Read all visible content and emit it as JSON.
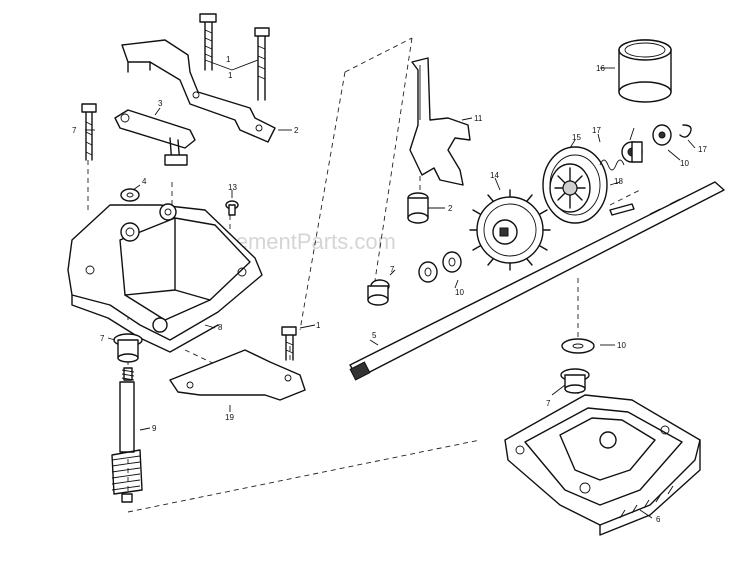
{
  "watermark": "eReplacementParts.com",
  "callouts": [
    {
      "id": "c-1a",
      "text": "1"
    },
    {
      "id": "c-1b",
      "text": "1"
    },
    {
      "id": "c-1c",
      "text": "1"
    },
    {
      "id": "c-2a",
      "text": "2"
    },
    {
      "id": "c-2b",
      "text": "2"
    },
    {
      "id": "c-3",
      "text": "3"
    },
    {
      "id": "c-4",
      "text": "4"
    },
    {
      "id": "c-5",
      "text": "5"
    },
    {
      "id": "c-6",
      "text": "6"
    },
    {
      "id": "c-7a",
      "text": "7"
    },
    {
      "id": "c-7b",
      "text": "7"
    },
    {
      "id": "c-7c",
      "text": "7"
    },
    {
      "id": "c-7d",
      "text": "7"
    },
    {
      "id": "c-8",
      "text": "8"
    },
    {
      "id": "c-9",
      "text": "9"
    },
    {
      "id": "c-10a",
      "text": "10"
    },
    {
      "id": "c-10b",
      "text": "10"
    },
    {
      "id": "c-10c",
      "text": "10"
    },
    {
      "id": "c-11",
      "text": "11"
    },
    {
      "id": "c-13",
      "text": "13"
    },
    {
      "id": "c-14",
      "text": "14"
    },
    {
      "id": "c-15",
      "text": "15"
    },
    {
      "id": "c-16",
      "text": "16"
    },
    {
      "id": "c-17a",
      "text": "17"
    },
    {
      "id": "c-17b",
      "text": "17"
    },
    {
      "id": "c-18",
      "text": "18"
    },
    {
      "id": "c-19",
      "text": "19"
    }
  ]
}
